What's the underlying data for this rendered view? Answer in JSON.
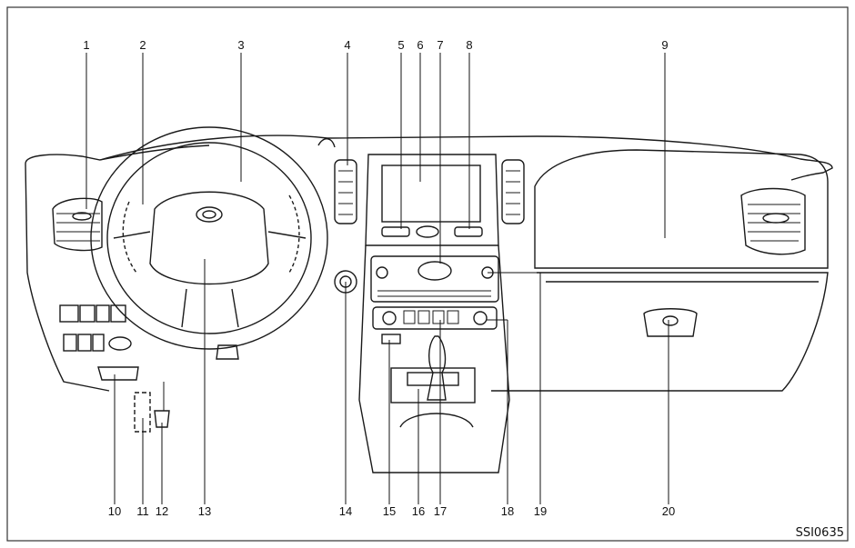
{
  "callouts": [
    {
      "label": "1"
    },
    {
      "label": "2"
    },
    {
      "label": "3"
    },
    {
      "label": "4"
    },
    {
      "label": "5"
    },
    {
      "label": "6"
    },
    {
      "label": "7"
    },
    {
      "label": "8"
    },
    {
      "label": "9"
    },
    {
      "label": "10"
    },
    {
      "label": "11"
    },
    {
      "label": "12"
    },
    {
      "label": "13"
    },
    {
      "label": "14"
    },
    {
      "label": "15"
    },
    {
      "label": "16"
    },
    {
      "label": "17"
    },
    {
      "label": "18"
    },
    {
      "label": "19"
    },
    {
      "label": "20"
    }
  ],
  "figure_code": "SSI0635"
}
